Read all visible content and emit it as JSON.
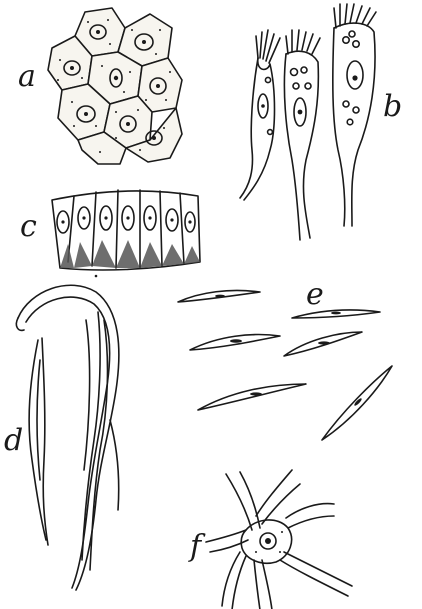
{
  "figure": {
    "labels": {
      "a": "a",
      "b": "b",
      "c": "c",
      "d": "d",
      "e": "e",
      "f": "f"
    },
    "ink_color": "#1a1a1a",
    "paper_color": "#ffffff"
  }
}
